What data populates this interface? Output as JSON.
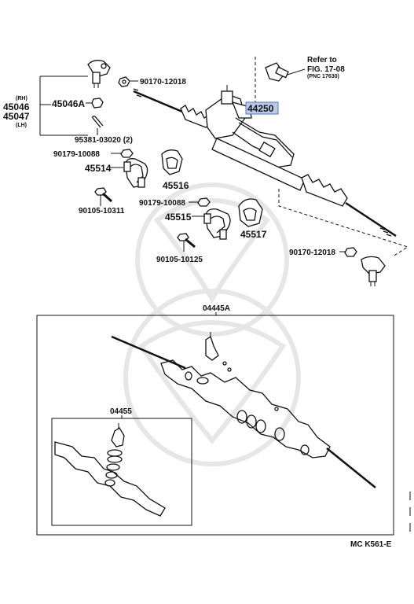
{
  "colors": {
    "ink": "#111111",
    "highlight": "#b9c9ea",
    "highlight_border": "#5a78b8",
    "watermark": "#e6e6e6"
  },
  "reference": {
    "line1": "Refer to",
    "line2": "FIG. 17-08",
    "line3": "(PNC 17630)"
  },
  "rh_label": "(RH)",
  "lh_label": "(LH)",
  "part_45046": "45046",
  "part_45047": "45047",
  "part_45046A": "45046A",
  "part_90170_12018_top": "90170-12018",
  "part_95381": "95381-03020 (2)",
  "part_44250": "44250",
  "part_90179_10088_a": "90179-10088",
  "part_45514": "45514",
  "part_45516": "45516",
  "part_90105_10311": "90105-10311",
  "part_90179_10088_b": "90179-10088",
  "part_45515": "45515",
  "part_45517": "45517",
  "part_90105_10125": "90105-10125",
  "part_90170_12018_bottom": "90170-12018",
  "kit_04445A": "04445A",
  "kit_04455": "04455",
  "diagram_code": "MC K561-E"
}
